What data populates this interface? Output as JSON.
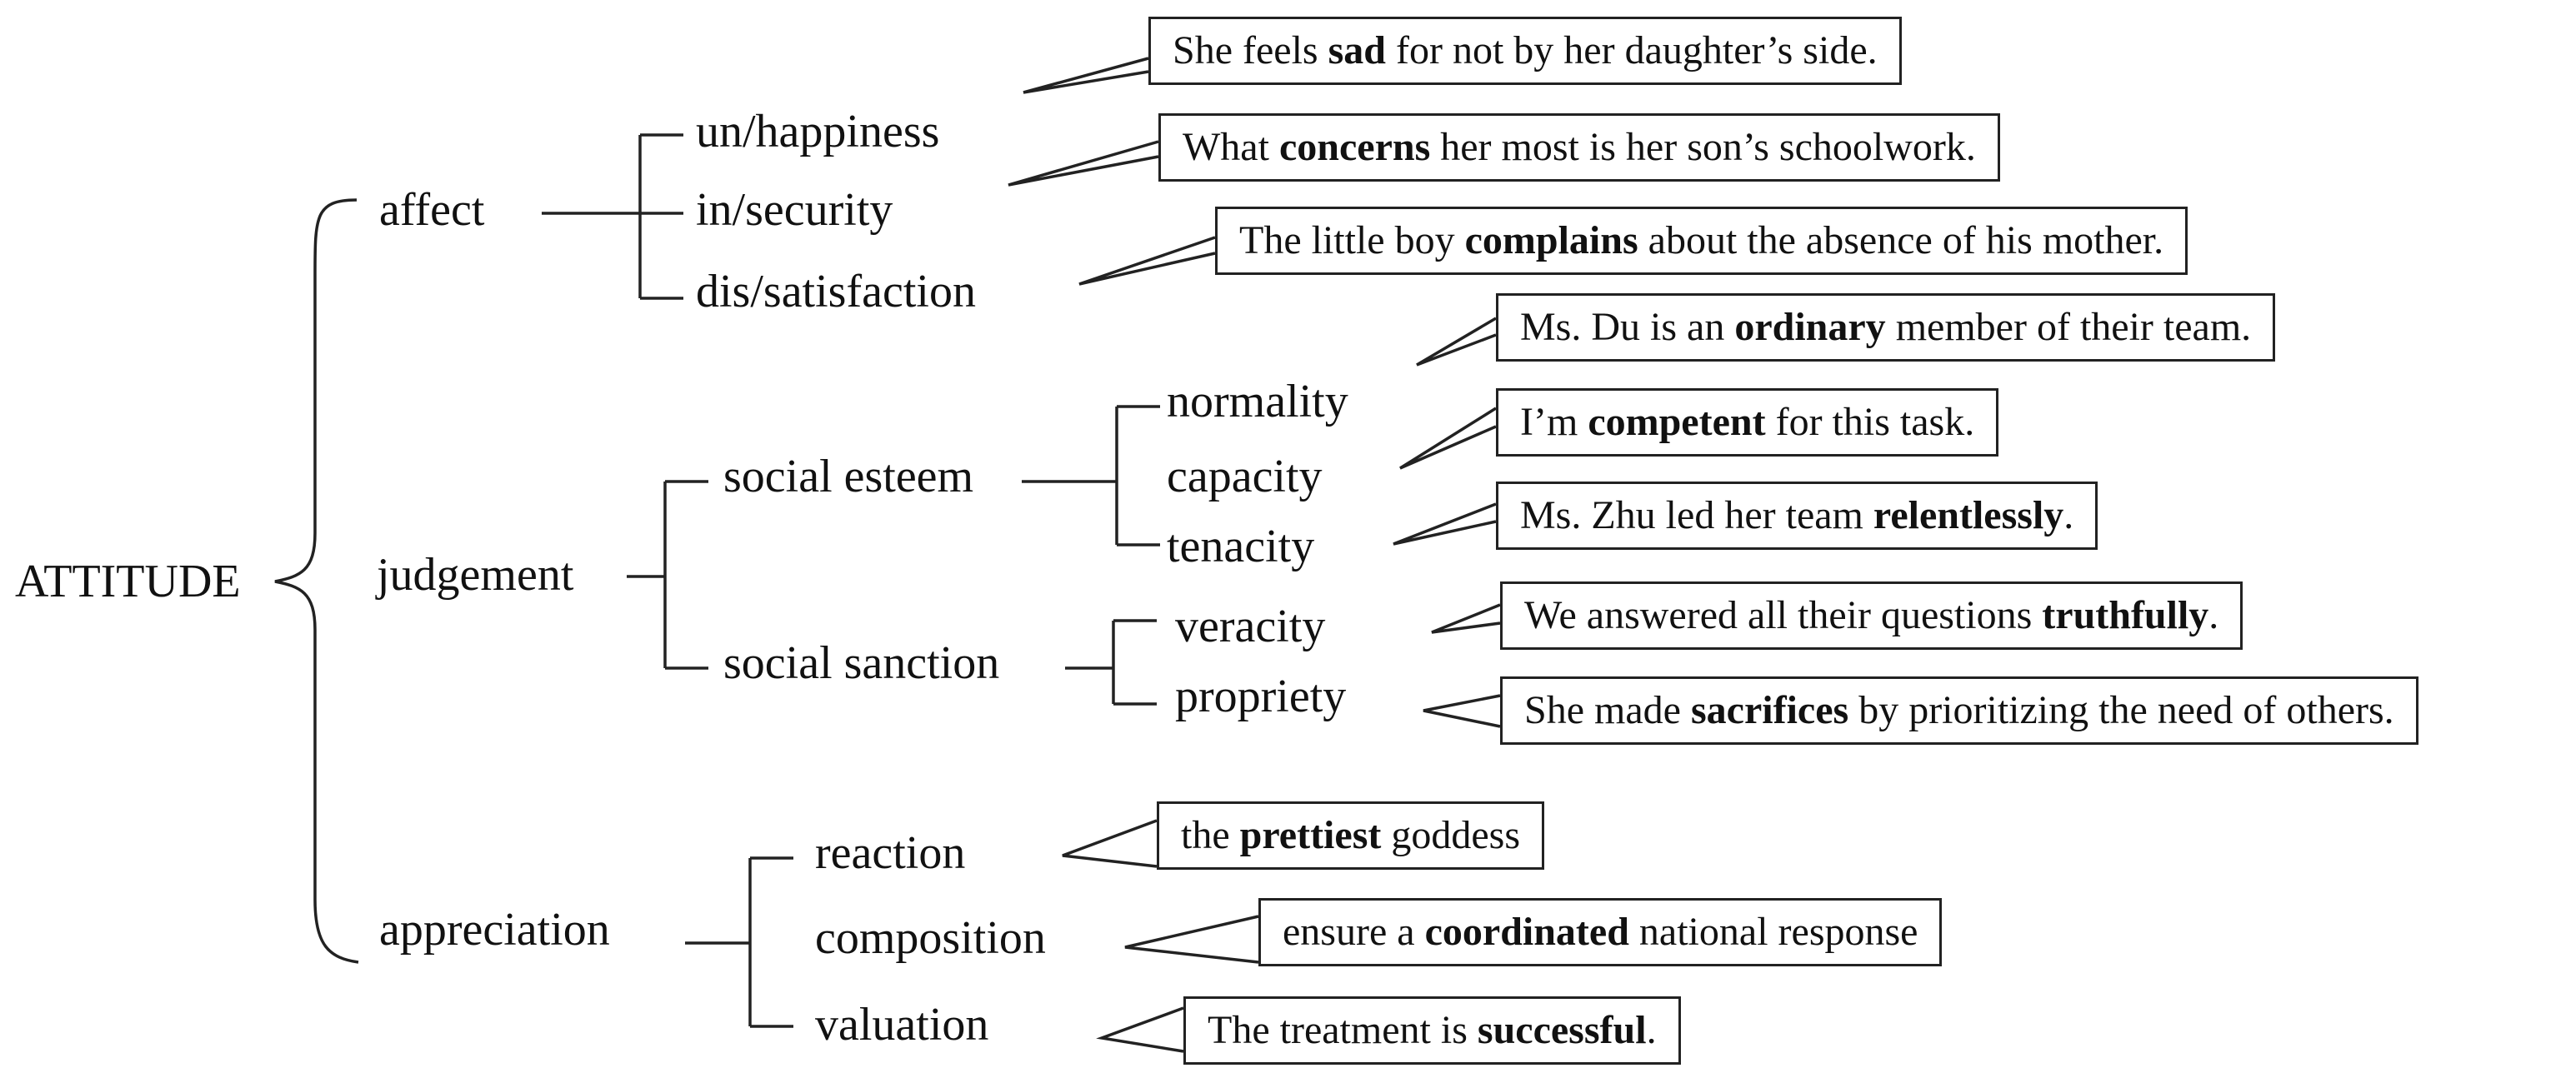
{
  "root": "ATTITUDE",
  "affect": {
    "label": "affect",
    "items": [
      {
        "label": "un/happiness",
        "example": {
          "pre": "She feels ",
          "key": "sad",
          "post": " for not by her daughter’s side."
        }
      },
      {
        "label": "in/security",
        "example": {
          "pre": "What ",
          "key": "concerns",
          "post": " her most is her son’s schoolwork."
        }
      },
      {
        "label": "dis/satisfaction",
        "example": {
          "pre": "The little boy ",
          "key": "complains",
          "post": " about the absence of his mother."
        }
      }
    ]
  },
  "judgement": {
    "label": "judgement",
    "social_esteem": {
      "label": "social esteem",
      "items": [
        {
          "label": "normality",
          "example": {
            "pre": "Ms. Du is an ",
            "key": "ordinary",
            "post": " member of their team."
          }
        },
        {
          "label": "capacity",
          "example": {
            "pre": "I’m ",
            "key": "competent",
            "post": " for this task."
          }
        },
        {
          "label": "tenacity",
          "example": {
            "pre": "Ms. Zhu led her team ",
            "key": "relentlessly",
            "post": "."
          }
        }
      ]
    },
    "social_sanction": {
      "label": "social sanction",
      "items": [
        {
          "label": "veracity",
          "example": {
            "pre": "We answered all their questions ",
            "key": "truthfully",
            "post": "."
          }
        },
        {
          "label": "propriety",
          "example": {
            "pre": "She made ",
            "key": "sacrifices",
            "post": " by prioritizing the need of others."
          }
        }
      ]
    }
  },
  "appreciation": {
    "label": "appreciation",
    "items": [
      {
        "label": "reaction",
        "example": {
          "pre": "the ",
          "key": "prettiest",
          "post": " goddess"
        }
      },
      {
        "label": "composition",
        "example": {
          "pre": "ensure a ",
          "key": "coordinated",
          "post": " national response"
        }
      },
      {
        "label": "valuation",
        "example": {
          "pre": "The treatment is ",
          "key": "successful",
          "post": "."
        }
      }
    ]
  }
}
